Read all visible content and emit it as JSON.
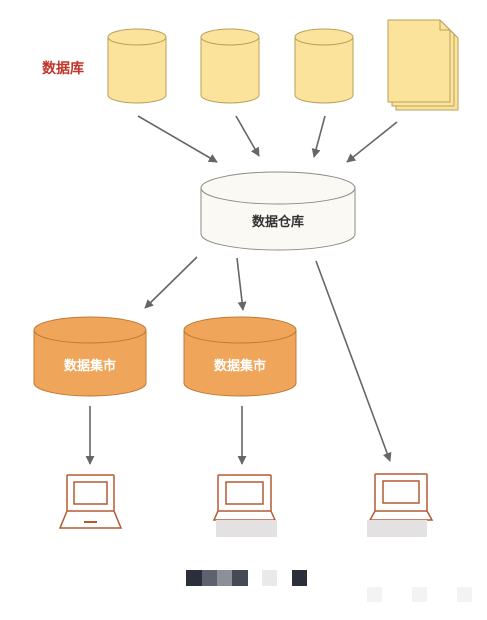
{
  "labels": {
    "source_group": "数据库",
    "warehouse": "数据仓库",
    "mart_1": "数据集市",
    "mart_2": "数据集市"
  },
  "colors": {
    "source_fill": "#FBE39B",
    "source_stroke": "#B8A15A",
    "warehouse_fill": "#FBF9F4",
    "warehouse_stroke": "#8E8A82",
    "mart_fill": "#EFA65A",
    "mart_stroke": "#C17A34",
    "arrow": "#666666",
    "laptop": "#B35A33",
    "label_red": "#C0352B"
  },
  "icons": {
    "sources": [
      "database-icon",
      "database-icon",
      "database-icon",
      "documents-icon"
    ],
    "clients": [
      "laptop-icon",
      "laptop-icon",
      "laptop-icon"
    ]
  }
}
